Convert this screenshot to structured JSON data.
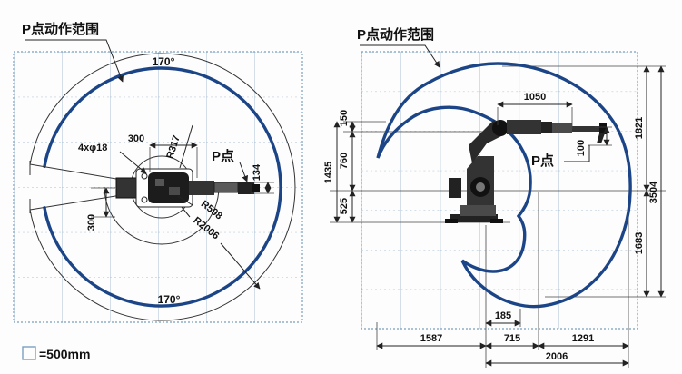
{
  "top_view": {
    "title": "P点动作范围",
    "angle_top": "170°",
    "angle_bottom": "170°",
    "dim_width": "300",
    "dim_offset": "300",
    "holes": "4xφ18",
    "r_inner": "R317",
    "r_mid": "R598",
    "r_outer": "R2006",
    "p_label": "P点",
    "dim_134": "134"
  },
  "side_view": {
    "title": "P点动作范围",
    "dim_1050": "1050",
    "dim_100": "100",
    "p_label": "P点",
    "dim_150": "150",
    "dim_760": "760",
    "dim_525": "525",
    "dim_1435": "1435",
    "dim_1821": "1821",
    "dim_3504": "3504",
    "dim_1683": "1683",
    "dim_185": "185",
    "dim_1587": "1587",
    "dim_715": "715",
    "dim_1291": "1291",
    "dim_2006": "2006"
  },
  "legend": {
    "label": "=500mm"
  },
  "colors": {
    "envelope": "#1c4587",
    "grid": "#a9c0d4",
    "grid_border": "#7aa0c0",
    "line": "#333333",
    "text": "#111111"
  }
}
